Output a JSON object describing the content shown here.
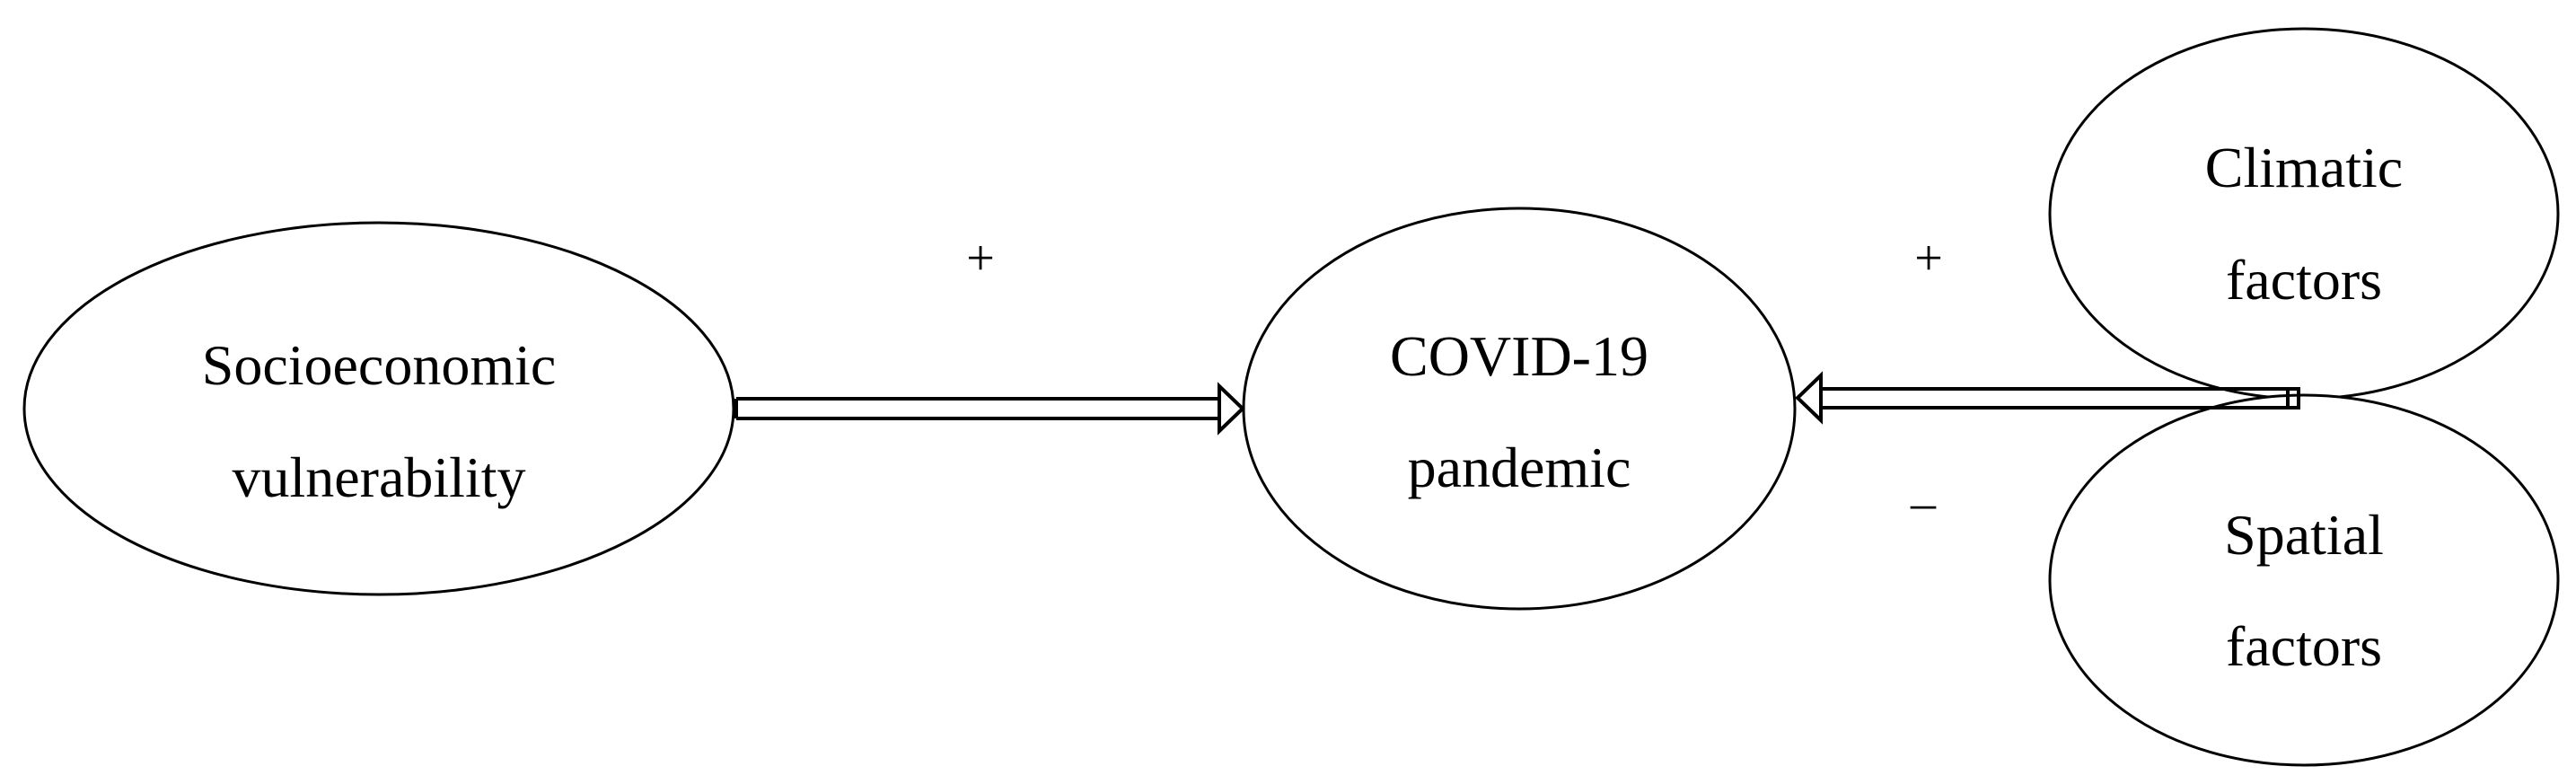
{
  "colors": {
    "stroke": "#000000",
    "fill": "#ffffff",
    "text": "#000000"
  },
  "nodes": {
    "socioeconomic": {
      "line1": "Socioeconomic",
      "line2": "vulnerability"
    },
    "covid": {
      "line1": "COVID-19",
      "line2": "pandemic"
    },
    "climatic": {
      "line1": "Climatic",
      "line2": "factors"
    },
    "spatial": {
      "line1": "Spatial",
      "line2": "factors"
    }
  },
  "signs": {
    "socio_to_covid": "+",
    "climatic_to_covid": "+",
    "spatial_to_covid": "–"
  }
}
